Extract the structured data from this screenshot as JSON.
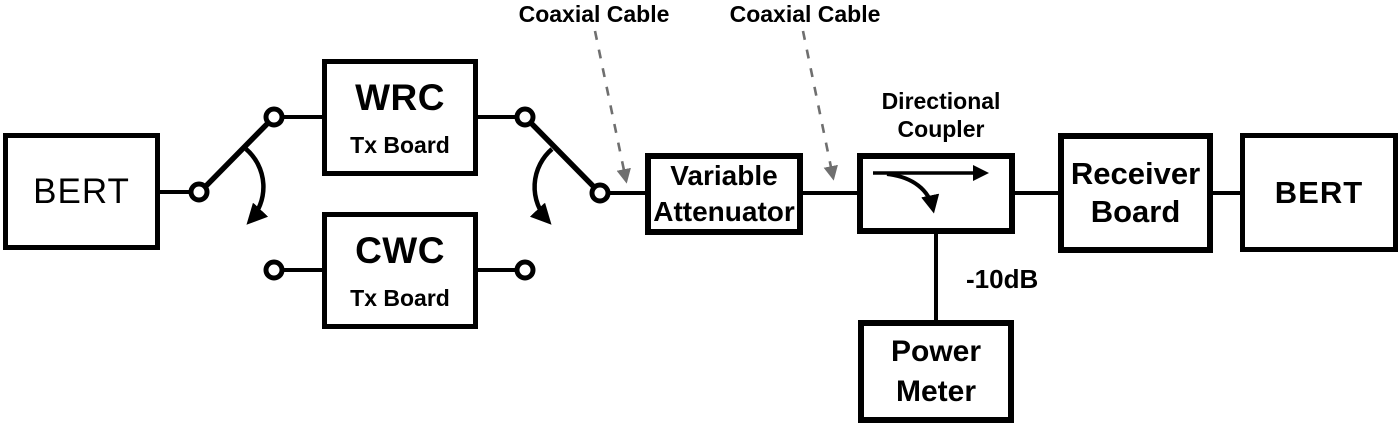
{
  "diagram": {
    "type": "block-diagram",
    "colors": {
      "stroke": "#000000",
      "background": "#ffffff",
      "dashed_arrow": "#6f6f6f"
    },
    "blocks": {
      "bert_left": {
        "label": "BERT"
      },
      "wrc": {
        "line1": "WRC",
        "line2": "Tx Board"
      },
      "cwc": {
        "line1": "CWC",
        "line2": "Tx Board"
      },
      "variable_attenuator": {
        "line1": "Variable",
        "line2": "Attenuator"
      },
      "receiver_board": {
        "line1": "Receiver",
        "line2": "Board"
      },
      "bert_right": {
        "label": "BERT"
      },
      "power_meter": {
        "line1": "Power",
        "line2": "Meter"
      }
    },
    "labels": {
      "coaxial_cable_1": "Coaxial Cable",
      "coaxial_cable_2": "Coaxial Cable",
      "directional_coupler_line1": "Directional",
      "directional_coupler_line2": "Coupler",
      "coupling_value": "-10dB"
    },
    "icons": {
      "switch_toggle_left": "curved-arrow-down-left",
      "switch_toggle_right": "curved-arrow-down-right",
      "coupler_through_path": "arrow-right",
      "coupler_coupled_path": "curved-arrow-down",
      "coax_callout_1": "dashed-gray-arrow",
      "coax_callout_2": "dashed-gray-arrow"
    }
  }
}
